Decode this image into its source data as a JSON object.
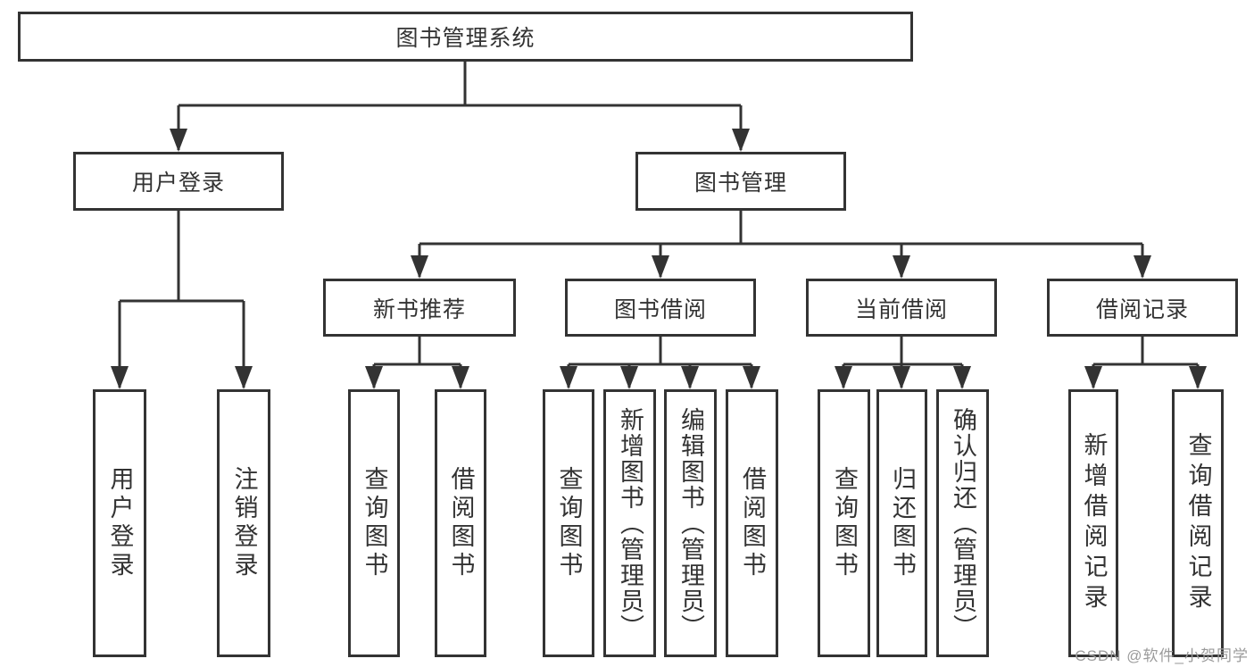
{
  "diagram_type": "hierarchy-tree",
  "colors": {
    "line": "#333333",
    "node_border": "#333333",
    "node_text": "#333333",
    "background": "#ffffff",
    "watermark_text": "#9b9b9b"
  },
  "tree": {
    "root": {
      "label": "图书管理系统",
      "children": [
        {
          "label": "用户登录",
          "children": [
            {
              "label": "用户登录"
            },
            {
              "label": "注销登录"
            }
          ]
        },
        {
          "label": "图书管理",
          "children": [
            {
              "label": "新书推荐",
              "children": [
                {
                  "label": "查询图书"
                },
                {
                  "label": "借阅图书"
                }
              ]
            },
            {
              "label": "图书借阅",
              "children": [
                {
                  "label": "查询图书"
                },
                {
                  "label": "新增图书（管理员）"
                },
                {
                  "label": "编辑图书（管理员）"
                },
                {
                  "label": "借阅图书"
                }
              ]
            },
            {
              "label": "当前借阅",
              "children": [
                {
                  "label": "查询图书"
                },
                {
                  "label": "归还图书"
                },
                {
                  "label": "确认归还（管理员）"
                }
              ]
            },
            {
              "label": "借阅记录",
              "children": [
                {
                  "label": "新增借阅记录"
                },
                {
                  "label": "查询借阅记录"
                }
              ]
            }
          ]
        }
      ]
    }
  },
  "watermark": {
    "text": "CSDN @软件_小贺同学"
  }
}
